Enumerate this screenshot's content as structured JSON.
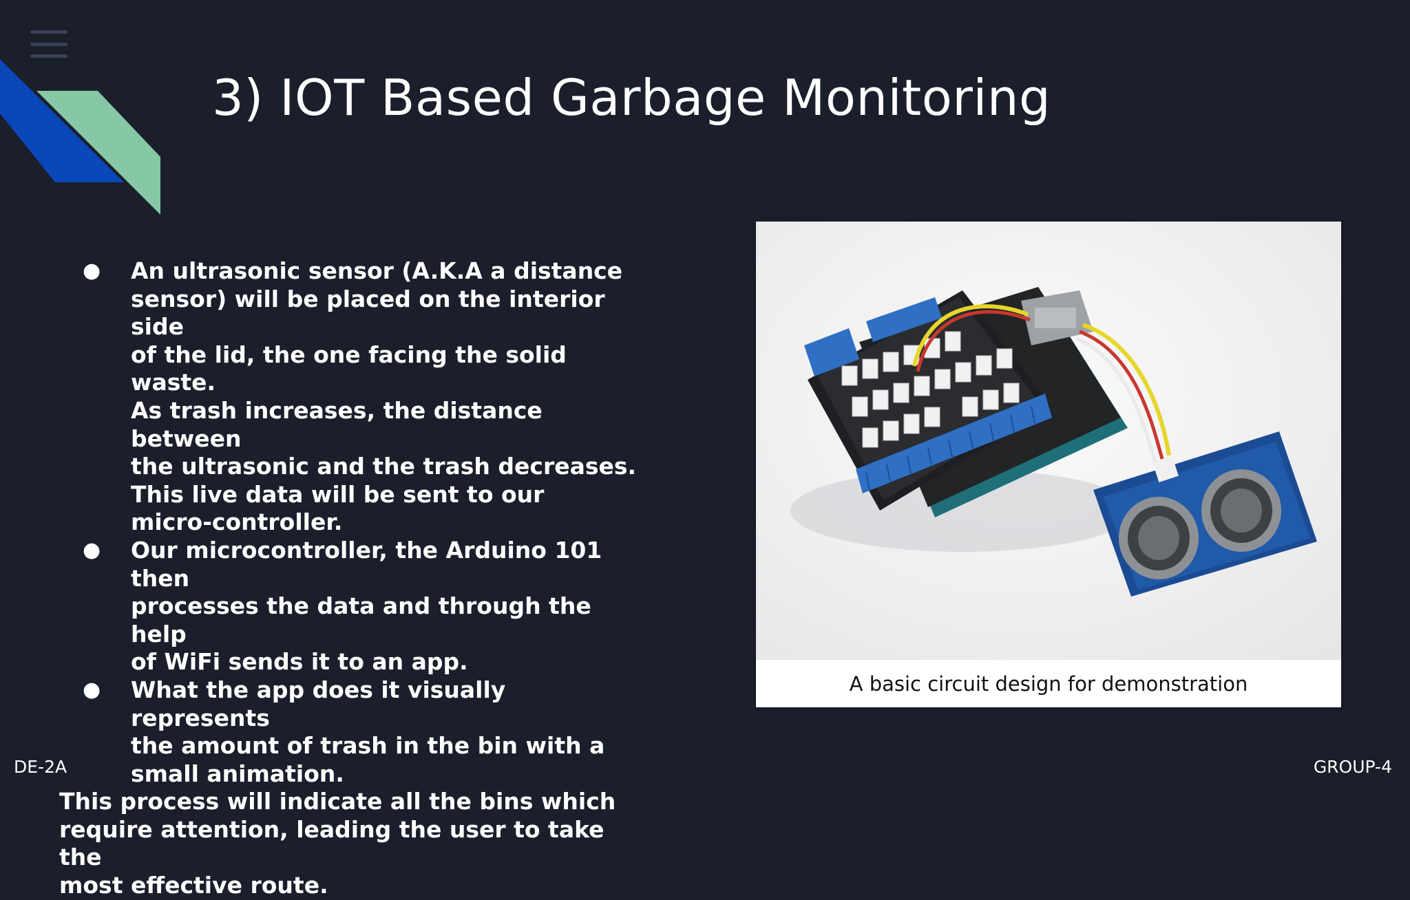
{
  "slide": {
    "title": "3) IOT Based Garbage Monitoring",
    "bullets": [
      {
        "dot": "●",
        "lines": [
          "An ultrasonic sensor (A.K.A a distance",
          "sensor) will be placed on the interior side",
          "of the lid, the one facing the solid waste.",
          "As trash increases, the distance between",
          "the ultrasonic and the trash decreases.",
          "This live data will be sent to our",
          "micro-controller."
        ]
      },
      {
        "dot": "●",
        "lines": [
          "Our microcontroller, the Arduino 101 then",
          "processes the data and through the help",
          "of WiFi sends it to an app."
        ]
      },
      {
        "dot": "●",
        "lines": [
          "What the app does it visually represents",
          "the amount of trash in the bin with a",
          "small animation."
        ]
      }
    ],
    "summary_lines": [
      "This process will indicate all the bins which",
      "require attention, leading the user to take the",
      "most effective route."
    ],
    "figure": {
      "caption": "A basic circuit design for demonstration",
      "icon": "arduino-ultrasonic-sensor-photo"
    }
  },
  "footer": {
    "left": "DE-2A",
    "right": "GROUP-4"
  },
  "colors": {
    "background": "#1b1e2b",
    "accent_blue": "#0a47b8",
    "accent_green": "#86c7a6",
    "text": "#ffffff",
    "menu_icon": "#3a4256"
  },
  "icons": {
    "menu": "hamburger-menu-icon",
    "corner": "corner-stripes-decoration"
  }
}
